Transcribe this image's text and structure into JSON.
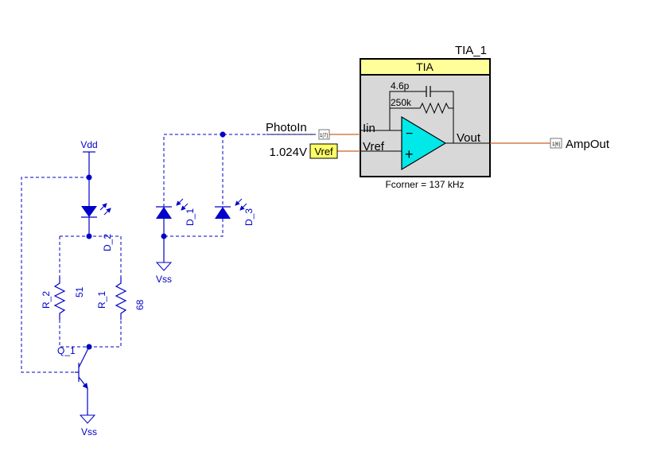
{
  "component": {
    "instance_name": "TIA_1",
    "type_label": "TIA",
    "feedback_cap": "4.6p",
    "feedback_res": "250k",
    "pin_in": "Iin",
    "pin_ref": "Vref",
    "pin_out": "Vout",
    "op_minus": "−",
    "op_plus": "+",
    "footer": "Fcorner = 137 kHz"
  },
  "nets": {
    "photo_in": "PhotoIn",
    "photo_in_pin": "1[7]",
    "vref_value": "1.024V",
    "vref_tag": "Vref",
    "amp_out": "AmpOut",
    "amp_out_pin": "1[6]"
  },
  "power": {
    "vdd": "Vdd",
    "vss_left": "Vss",
    "vss_mid": "Vss"
  },
  "parts": {
    "d1": "D_1",
    "d2": "D_2",
    "d3": "D_3",
    "r1": "R_1",
    "r1_value": "68",
    "r2": "R_2",
    "r2_value": "51",
    "q1": "Q_1"
  },
  "colors": {
    "wire": "#0000c8",
    "orange_wire": "#c86428",
    "header_fill": "#ffff99",
    "body_fill": "#d8d8d8",
    "opamp_fill": "#00e8e8",
    "tag_fill": "#ffff66"
  }
}
